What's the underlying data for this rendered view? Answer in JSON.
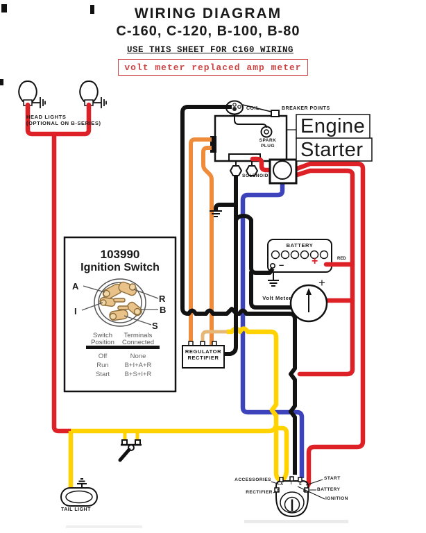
{
  "header": {
    "title": "WIRING DIAGRAM",
    "models": "C-160, C-120, B-100, B-80",
    "sheet_note": "USE THIS SHEET FOR C160 WIRING",
    "revision_note": "volt meter replaced amp meter"
  },
  "components": {
    "head_lights_line1": "HEAD LIGHTS",
    "head_lights_line2": "(OPTIONAL ON B-SERIES)",
    "coil": "COIL",
    "breaker_points": "BREAKER POINTS",
    "spark_plug_line1": "SPARK",
    "spark_plug_line2": "PLUG",
    "engine": "Engine",
    "starter": "Starter",
    "solenoid": "SOLENOID",
    "battery": "BATTERY",
    "battery_minus": "–",
    "battery_plus": "+",
    "battery_terminal_color": "RED",
    "volt_meter": "Volt Meter",
    "volt_meter_plus": "+",
    "regulator_line1": "REGULATOR",
    "regulator_line2": "RECTIFIER",
    "tail_light": "TAIL LIGHT"
  },
  "key_switch": {
    "accessories": "ACCESSORIES",
    "rectifier": "RECTIFIER",
    "start": "START",
    "battery": "BATTERY",
    "ignition": "IGNITION",
    "terminal_a": "A",
    "terminal_i": "I",
    "terminal_s": "S",
    "terminal_r": "R",
    "terminal_b": "B"
  },
  "ignition_switch_detail": {
    "part_number": "103990",
    "name": "Ignition Switch",
    "terminal_a": "A",
    "terminal_r": "R",
    "terminal_i": "I",
    "terminal_b": "B",
    "terminal_s": "S",
    "table": {
      "header_col1_line1": "Switch",
      "header_col1_line2": "Position",
      "header_col2_line1": "Terminals",
      "header_col2_line2": "Connected",
      "rows": [
        {
          "position": "Off",
          "terminals": "None"
        },
        {
          "position": "Run",
          "terminals": "B+I+A+R"
        },
        {
          "position": "Start",
          "terminals": "B+S+I+R"
        }
      ]
    }
  },
  "wire_colors": {
    "red": "#dd2127",
    "yellow": "#ffd200",
    "orange": "#ee8c3c",
    "tan": "#e6b877",
    "blue": "#3d44bb",
    "black": "#121212"
  }
}
